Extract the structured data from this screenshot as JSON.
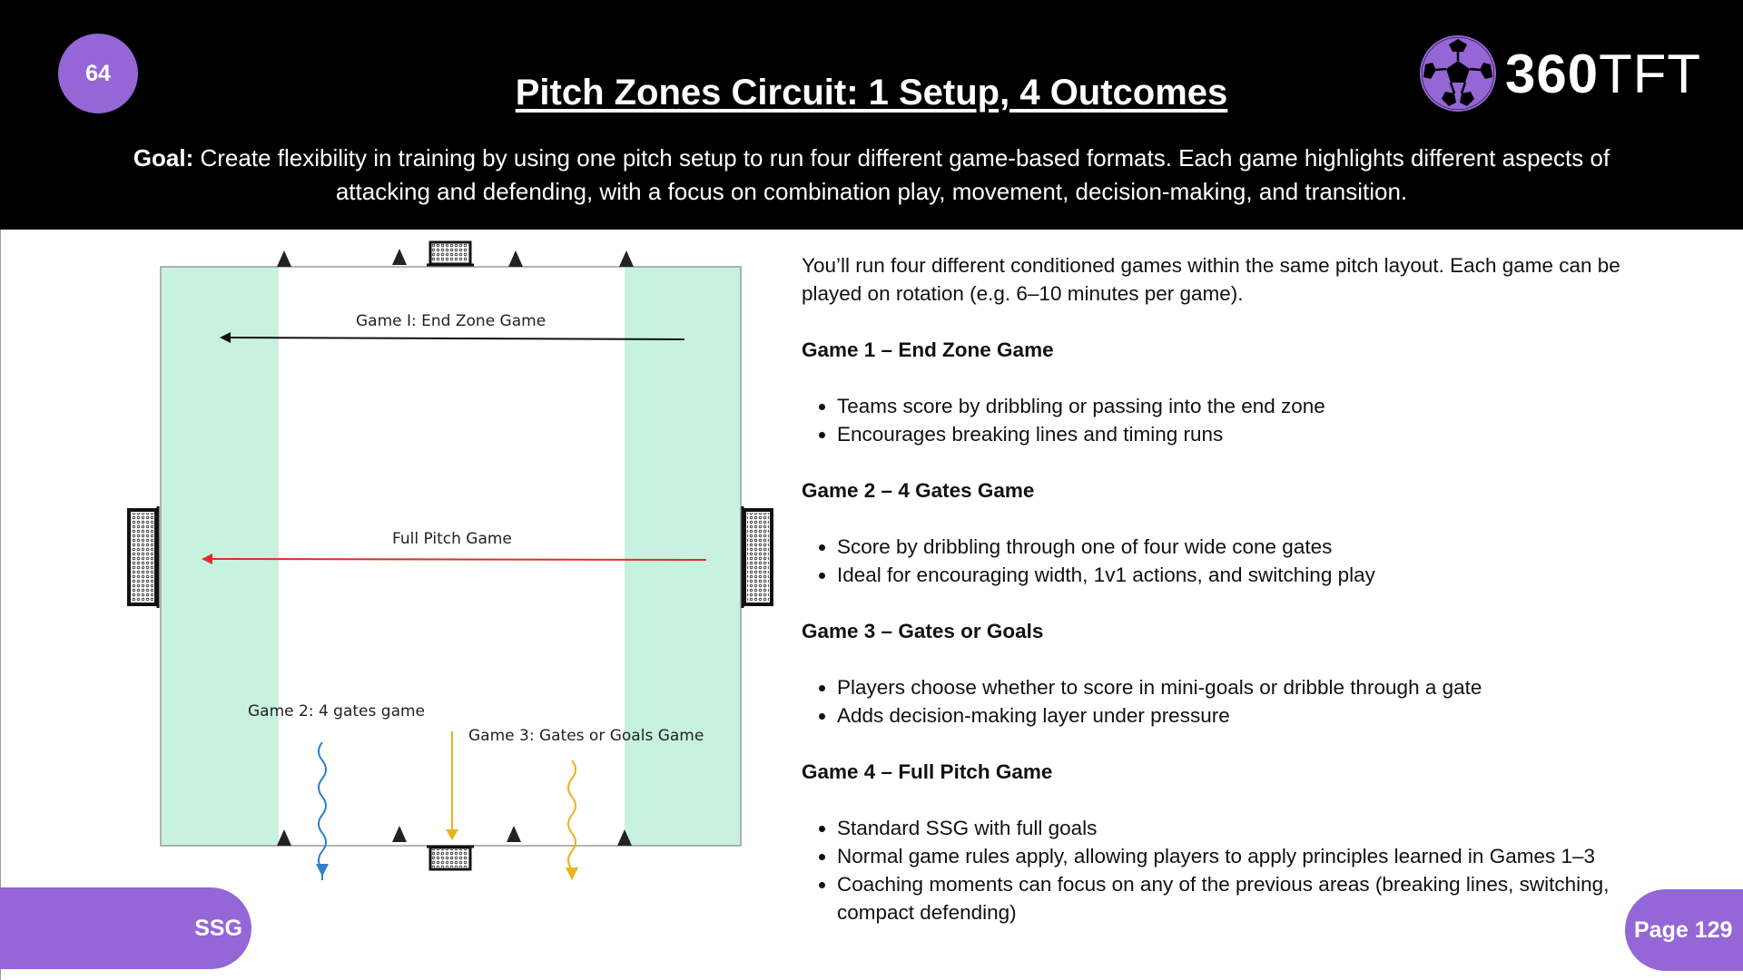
{
  "header": {
    "slide_number": "64",
    "title": "Pitch Zones Circuit: 1 Setup, 4 Outcomes",
    "logo_text_bold": "360",
    "logo_text_light": "TFT",
    "goal_label": "Goal:",
    "goal_text": " Create flexibility in training by using one pitch setup to run four different game-based formats. Each game highlights different aspects of attacking and defending, with a focus on combination play, movement, decision-making, and transition."
  },
  "diagram": {
    "label_game1": "Game I:  End Zone Game",
    "label_full_pitch": "Full Pitch Game",
    "label_game2": "Game 2:  4 gates game",
    "label_game3": "Game 3:  Gates or Goals Game",
    "colors": {
      "zone": "#c8f2e0",
      "arrow_game1": "#111111",
      "arrow_full": "#d8322a",
      "arrow_game2": "#2f7fc8",
      "arrow_game3": "#e8b41a"
    }
  },
  "content": {
    "intro": "You’ll run four different conditioned games within the same pitch layout. Each game can be played on rotation (e.g. 6–10 minutes per game).",
    "games": [
      {
        "title": "Game 1 – End Zone Game",
        "bullets": [
          "Teams score by dribbling or passing into the end zone",
          "Encourages breaking lines and timing runs"
        ]
      },
      {
        "title": "Game 2 – 4 Gates Game",
        "bullets": [
          "Score by dribbling through one of four wide cone gates",
          "Ideal for encouraging width, 1v1 actions, and switching play"
        ]
      },
      {
        "title": "Game 3 – Gates or Goals",
        "bullets": [
          "Players choose whether to score in mini-goals or dribble through a gate",
          "Adds decision-making layer under pressure"
        ]
      },
      {
        "title": "Game 4 – Full Pitch Game",
        "bullets": [
          "Standard SSG with full goals",
          "Normal game rules apply, allowing players to apply principles learned in Games 1–3",
          "Coaching moments can focus on any of the previous areas (breaking lines, switching, compact defending)"
        ]
      }
    ]
  },
  "footer": {
    "category": "SSG",
    "page": "Page 129"
  },
  "brand_color": "#9466d6"
}
